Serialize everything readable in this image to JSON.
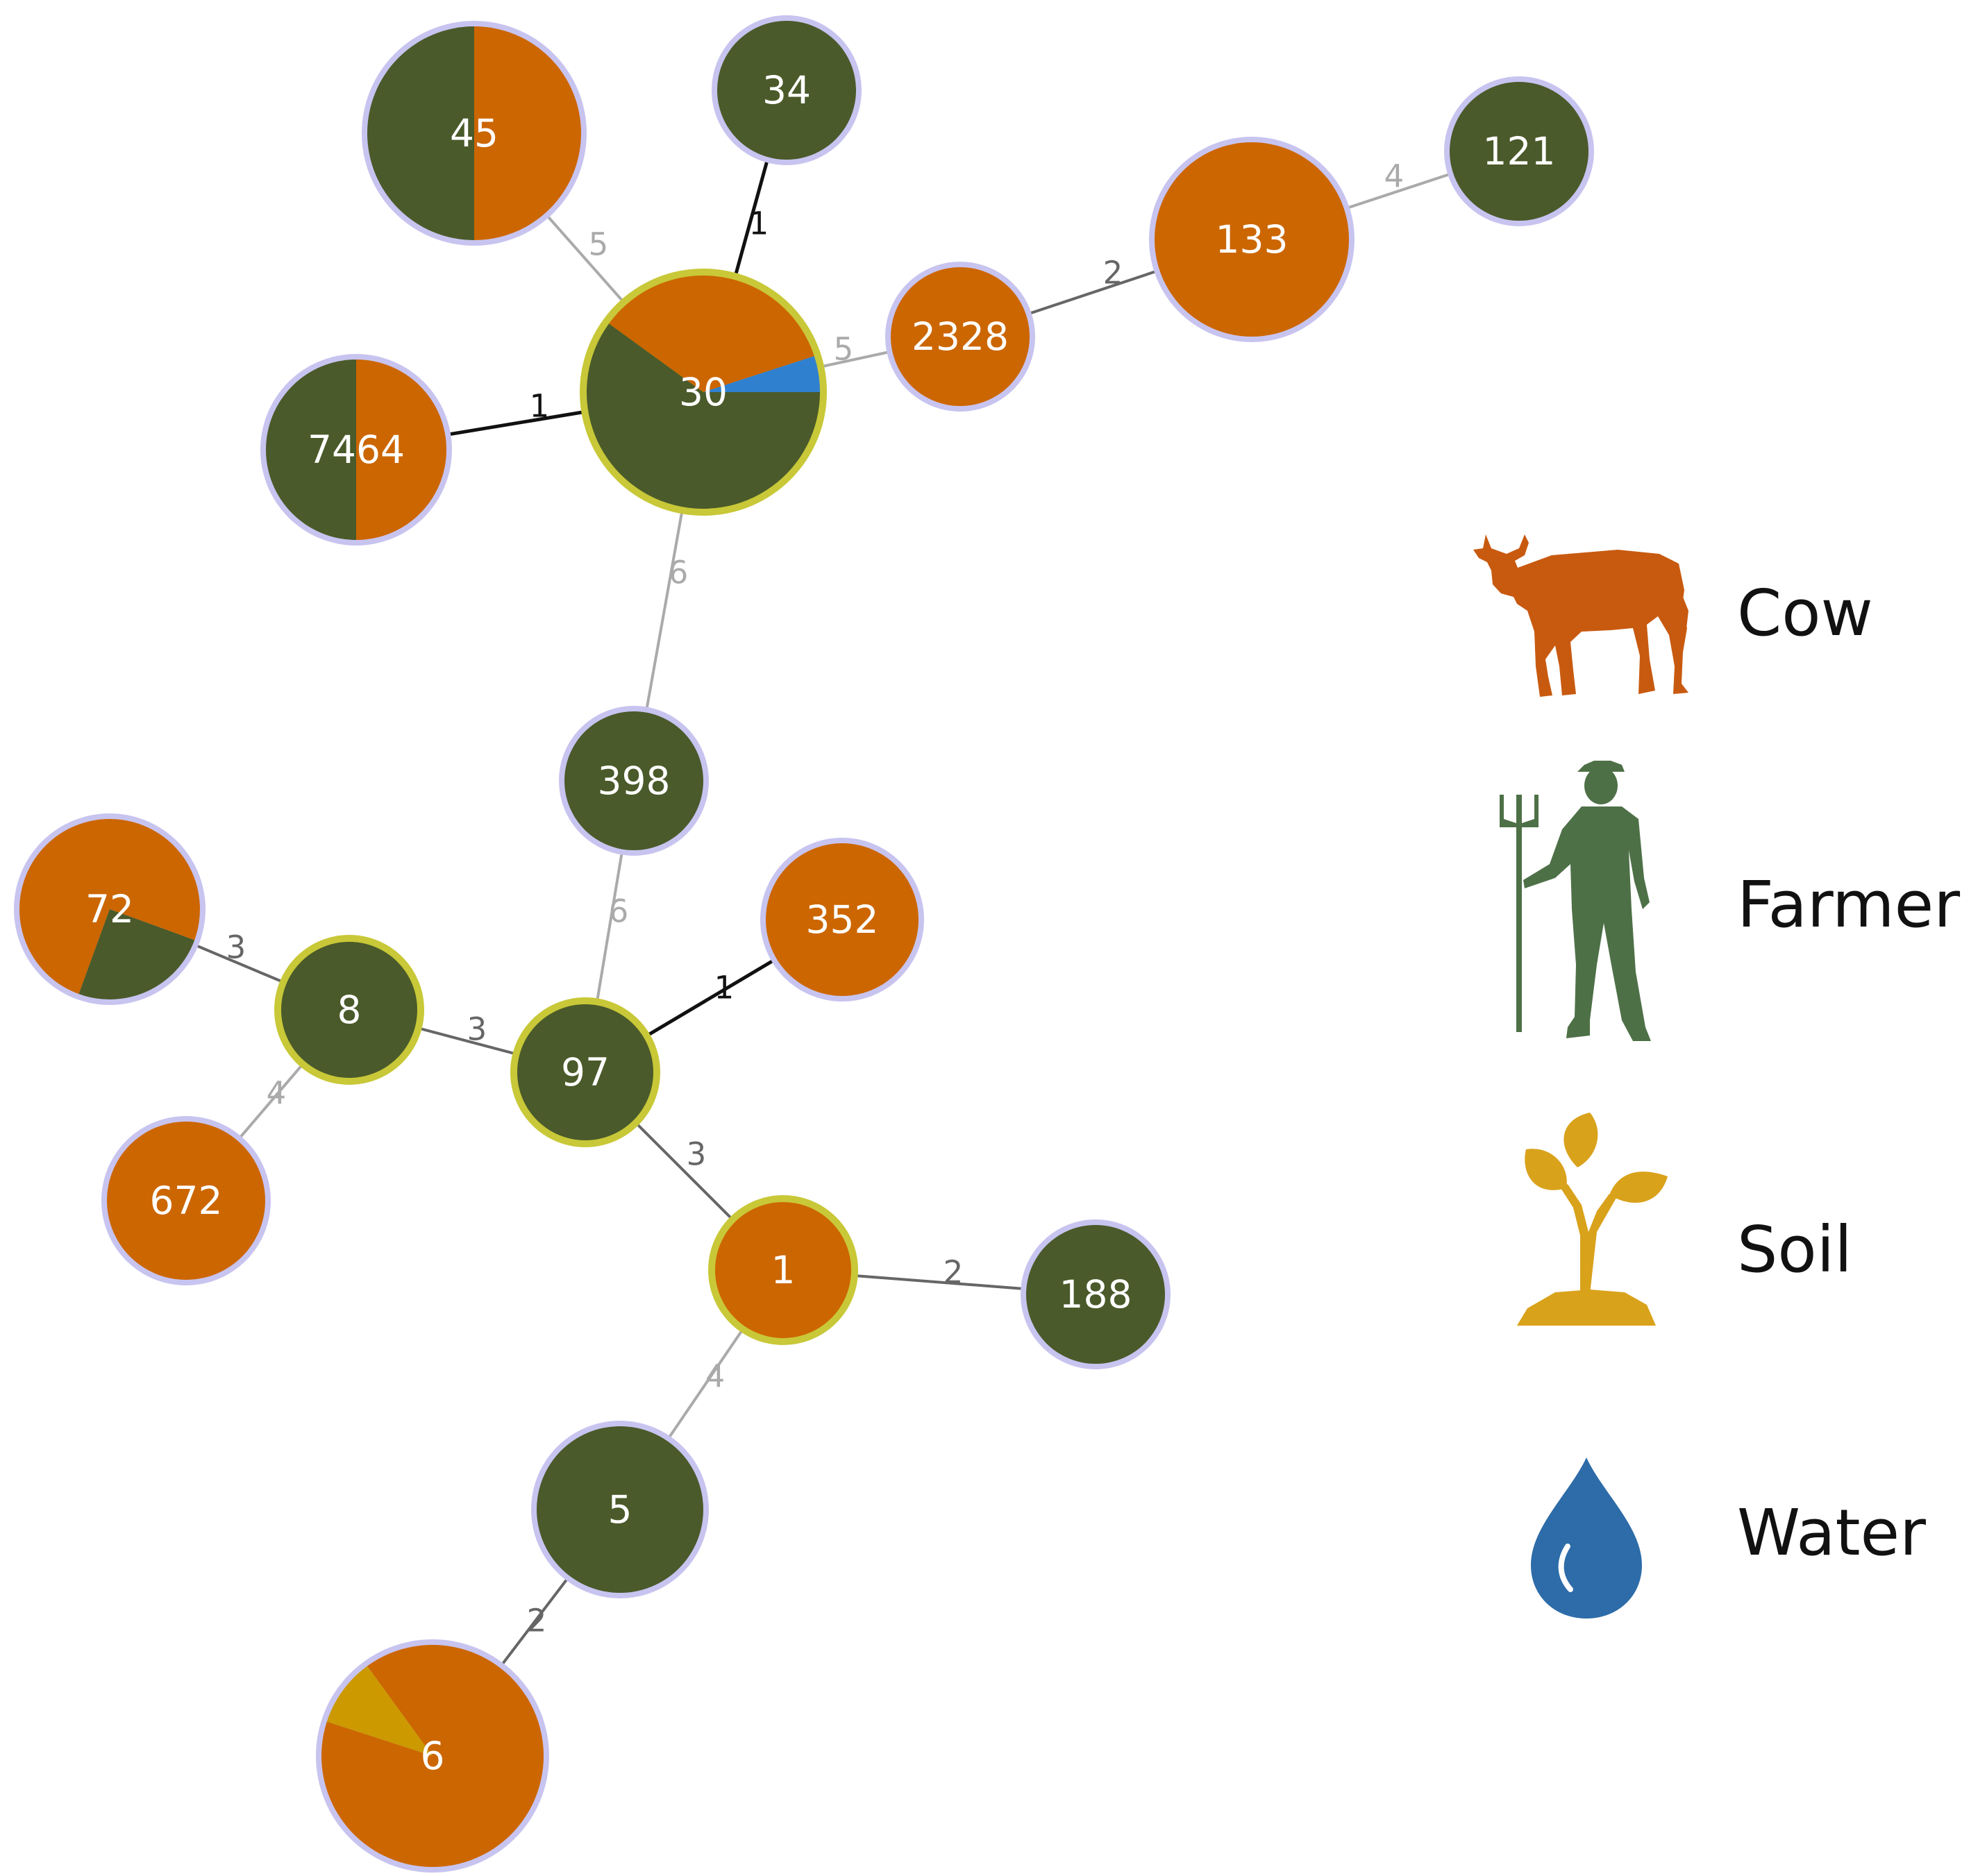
{
  "colors": {
    "cow": "#cc6600",
    "farmer": "#4a5a2a",
    "soil": "#cc9900",
    "water": "#3080d0",
    "ring_default": "#c8c4f0",
    "ring_founder": "#c8c838",
    "edge_close": "#111111",
    "edge_mid": "#666666",
    "edge_far": "#aaaaaa"
  },
  "legend": [
    {
      "key": "cow",
      "label": "Cow",
      "icon": "cow-icon",
      "color": "#c85a10"
    },
    {
      "key": "farmer",
      "label": "Farmer",
      "icon": "farmer-icon",
      "color": "#4e7047"
    },
    {
      "key": "soil",
      "label": "Soil",
      "icon": "plant-icon",
      "color": "#d9a21b"
    },
    {
      "key": "water",
      "label": "Water",
      "icon": "water-drop-icon",
      "color": "#2d6ca8"
    }
  ],
  "nodes": [
    {
      "id": "30",
      "label": "30",
      "ring": "founder",
      "pie": [
        {
          "key": "farmer",
          "value": 0.6
        },
        {
          "key": "cow",
          "value": 0.35
        },
        {
          "key": "water",
          "value": 0.05
        }
      ]
    },
    {
      "id": "45",
      "label": "45",
      "ring": "default",
      "pie": [
        {
          "key": "cow",
          "value": 0.5
        },
        {
          "key": "farmer",
          "value": 0.5
        }
      ]
    },
    {
      "id": "34",
      "label": "34",
      "ring": "default",
      "pie": [
        {
          "key": "farmer",
          "value": 1
        }
      ]
    },
    {
      "id": "2328",
      "label": "2328",
      "ring": "default",
      "pie": [
        {
          "key": "cow",
          "value": 1
        }
      ]
    },
    {
      "id": "133",
      "label": "133",
      "ring": "default",
      "pie": [
        {
          "key": "cow",
          "value": 1
        }
      ]
    },
    {
      "id": "121",
      "label": "121",
      "ring": "default",
      "pie": [
        {
          "key": "farmer",
          "value": 1
        }
      ]
    },
    {
      "id": "7464",
      "label": "7464",
      "ring": "default",
      "pie": [
        {
          "key": "cow",
          "value": 0.5
        },
        {
          "key": "farmer",
          "value": 0.5
        }
      ]
    },
    {
      "id": "398",
      "label": "398",
      "ring": "default",
      "pie": [
        {
          "key": "farmer",
          "value": 1
        }
      ]
    },
    {
      "id": "72",
      "label": "72",
      "ring": "default",
      "pie": [
        {
          "key": "cow",
          "value": 0.75
        },
        {
          "key": "farmer",
          "value": 0.25
        }
      ]
    },
    {
      "id": "8",
      "label": "8",
      "ring": "founder",
      "pie": [
        {
          "key": "farmer",
          "value": 1
        }
      ]
    },
    {
      "id": "97",
      "label": "97",
      "ring": "founder",
      "pie": [
        {
          "key": "farmer",
          "value": 1
        }
      ]
    },
    {
      "id": "352",
      "label": "352",
      "ring": "default",
      "pie": [
        {
          "key": "cow",
          "value": 1
        }
      ]
    },
    {
      "id": "672",
      "label": "672",
      "ring": "default",
      "pie": [
        {
          "key": "cow",
          "value": 1
        }
      ]
    },
    {
      "id": "1",
      "label": "1",
      "ring": "founder",
      "pie": [
        {
          "key": "cow",
          "value": 1
        }
      ]
    },
    {
      "id": "188",
      "label": "188",
      "ring": "default",
      "pie": [
        {
          "key": "farmer",
          "value": 1
        }
      ]
    },
    {
      "id": "5",
      "label": "5",
      "ring": "default",
      "pie": [
        {
          "key": "farmer",
          "value": 1
        }
      ]
    },
    {
      "id": "6",
      "label": "6",
      "ring": "default",
      "pie": [
        {
          "key": "cow",
          "value": 0.9
        },
        {
          "key": "soil",
          "value": 0.1
        }
      ]
    }
  ],
  "edges": [
    {
      "from": "30",
      "to": "45",
      "label": "5",
      "tone": "far"
    },
    {
      "from": "30",
      "to": "34",
      "label": "1",
      "tone": "close"
    },
    {
      "from": "30",
      "to": "2328",
      "label": "5",
      "tone": "far"
    },
    {
      "from": "2328",
      "to": "133",
      "label": "2",
      "tone": "mid"
    },
    {
      "from": "133",
      "to": "121",
      "label": "4",
      "tone": "far"
    },
    {
      "from": "30",
      "to": "7464",
      "label": "1",
      "tone": "close"
    },
    {
      "from": "30",
      "to": "398",
      "label": "6",
      "tone": "far"
    },
    {
      "from": "398",
      "to": "97",
      "label": "6",
      "tone": "far"
    },
    {
      "from": "97",
      "to": "352",
      "label": "1",
      "tone": "close"
    },
    {
      "from": "97",
      "to": "8",
      "label": "3",
      "tone": "mid"
    },
    {
      "from": "8",
      "to": "72",
      "label": "3",
      "tone": "mid"
    },
    {
      "from": "8",
      "to": "672",
      "label": "4",
      "tone": "far"
    },
    {
      "from": "97",
      "to": "1",
      "label": "3",
      "tone": "mid"
    },
    {
      "from": "1",
      "to": "188",
      "label": "2",
      "tone": "mid"
    },
    {
      "from": "1",
      "to": "5",
      "label": "4",
      "tone": "far"
    },
    {
      "from": "5",
      "to": "6",
      "label": "2",
      "tone": "mid"
    }
  ]
}
